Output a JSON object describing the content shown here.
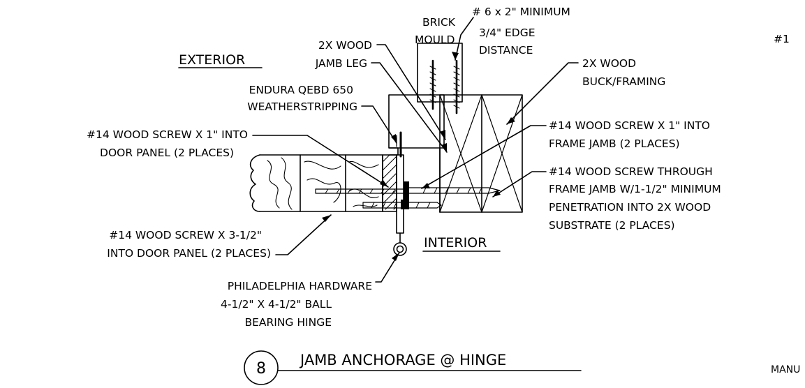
{
  "labels": {
    "brick": "BRICK",
    "mould": "MOULD",
    "screw6_l1": "# 6 x 2\" MINIMUM",
    "screw6_l2": "3/4\" EDGE",
    "screw6_l3": "DISTANCE",
    "jamb_leg_l1": "2X WOOD",
    "jamb_leg_l2": "JAMB LEG",
    "exterior": "EXTERIOR",
    "buck_l1": "2X WOOD",
    "buck_l2": "BUCK/FRAMING",
    "weather_l1": "ENDURA QEBD 650",
    "weather_l2": "WEATHERSTRIPPING",
    "screw14a_l1": "#14 WOOD SCREW X 1\" INTO",
    "screw14a_l2": "DOOR PANEL (2 PLACES)",
    "screw14b_l1": "#14 WOOD SCREW X 1\" INTO",
    "screw14b_l2": "FRAME JAMB (2 PLACES)",
    "screw14c_l1": "#14 WOOD SCREW THROUGH",
    "screw14c_l2": "FRAME JAMB W/1-1/2\" MINIMUM",
    "screw14c_l3": "PENETRATION INTO 2X WOOD",
    "screw14c_l4": "SUBSTRATE (2 PLACES)",
    "screw14d_l1": "#14 WOOD SCREW X 3-1/2\"",
    "screw14d_l2": "INTO DOOR PANEL (2 PLACES)",
    "interior": "INTERIOR",
    "hinge_l1": "PHILADELPHIA HARDWARE",
    "hinge_l2": "4-1/2\" X 4-1/2\" BALL",
    "hinge_l3": "BEARING HINGE",
    "detail_number": "8",
    "detail_title": "JAMB ANCHORAGE @ HINGE",
    "edge_top": "#1",
    "edge_bottom": "MANU"
  }
}
